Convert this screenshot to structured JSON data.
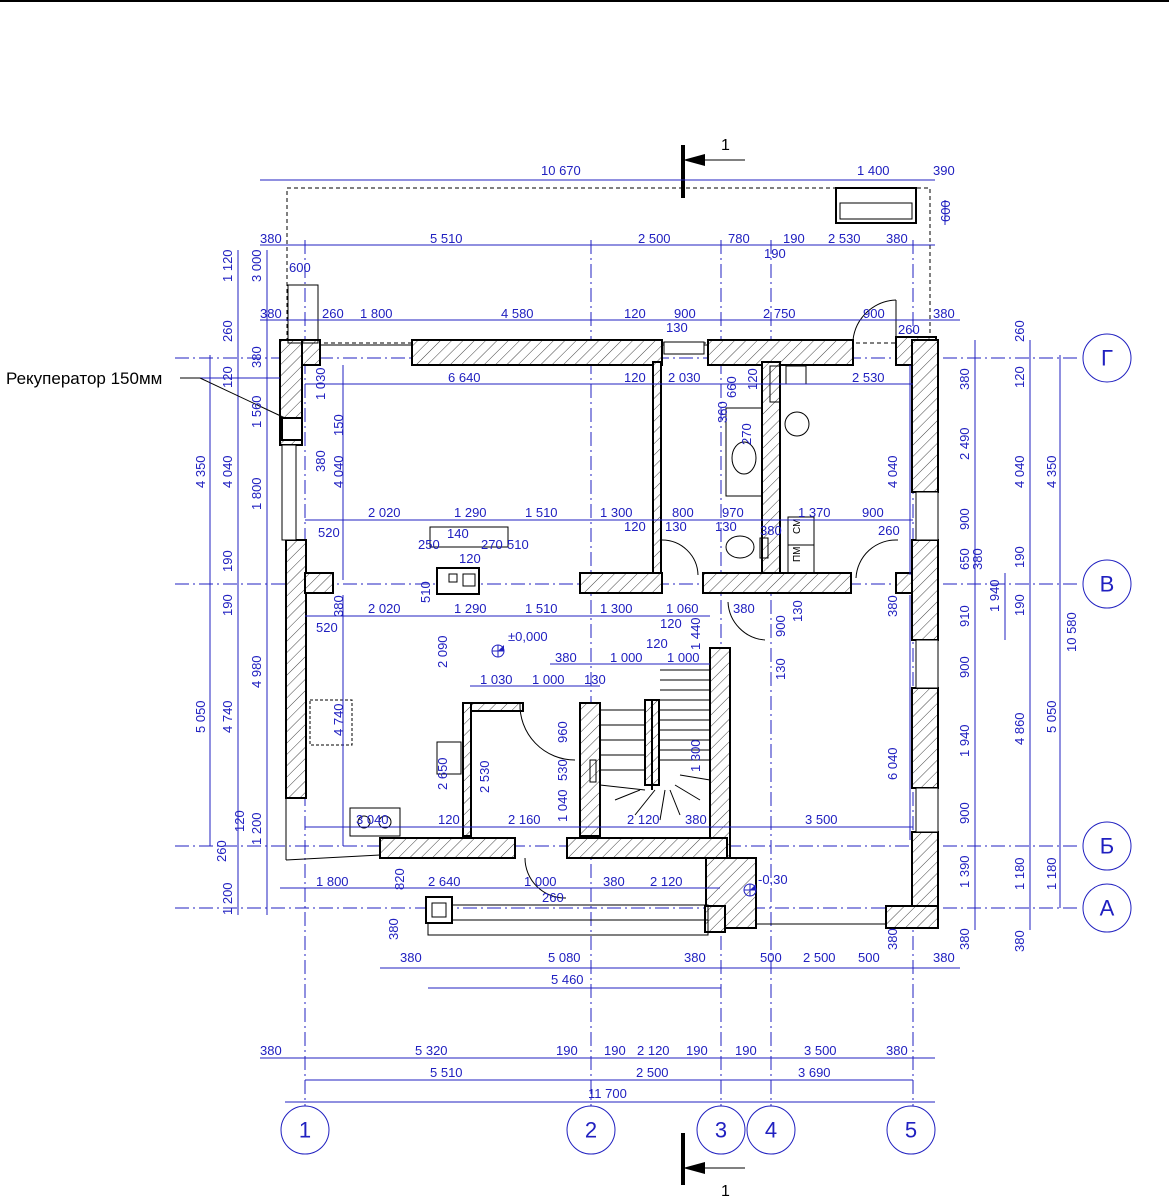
{
  "note": "Рекуператор 150мм",
  "section_label": "1",
  "axes_h": [
    "1",
    "2",
    "3",
    "4",
    "5"
  ],
  "axes_v": [
    "Г",
    "В",
    "Б",
    "А"
  ],
  "levels": {
    "main": "±0,000",
    "porch": "-0,30"
  },
  "room_tags": {
    "a": "СМ",
    "b": "ПМ"
  },
  "dims": {
    "top_total": "10 670",
    "top_1400": "1 400",
    "top_390": "390",
    "top_600v": "600",
    "r2_380a": "380",
    "r2_5510": "5 510",
    "r2_2500": "2 500",
    "r2_780": "780",
    "r2_190a": "190",
    "r2_2530": "2 530",
    "r2_380b": "380",
    "r2_190b": "190",
    "r3_600": "600",
    "r3_380": "380",
    "r3_260a": "260",
    "r3_1800": "1 800",
    "r3_4580": "4 580",
    "r3_120": "120",
    "r3_900a": "900",
    "r3_130": "130",
    "r3_2750": "2 750",
    "r3_900b": "900",
    "r3_260b": "260",
    "r3_380b": "380",
    "r4_6640": "6 640",
    "r4_120": "120",
    "r4_2030": "2 030",
    "r4_2530": "2 530",
    "r5_2020": "2 020",
    "r5_1290": "1 290",
    "r5_1510": "1 510",
    "r5_1300": "1 300",
    "r5_120": "120",
    "r5_800": "800",
    "r5_130a": "130",
    "r5_970": "970",
    "r5_130b": "130",
    "r5_380": "380",
    "r5_1370": "1 370",
    "r5_900": "900",
    "r5_260": "260",
    "r5_520": "520",
    "r5b_140": "140",
    "r5b_250": "250",
    "r5b_120": "120",
    "r5b_270": "270",
    "r5b_510": "510",
    "r6_2020": "2 020",
    "r6_1290": "1 290",
    "r6_1510": "1 510",
    "r6_1300": "1 300",
    "r6_1060": "1 060",
    "r6_120": "120",
    "r6_380": "380",
    "r6_520": "520",
    "r7_380": "380",
    "r7_1000a": "1 000",
    "r7_120": "120",
    "r7_1000b": "1 000",
    "r8_1030": "1 030",
    "r8_1000": "1 000",
    "r8_130": "130",
    "r9_3040": "3 040",
    "r9_120": "120",
    "r9_2160": "2 160",
    "r9_2120": "2 120",
    "r9_380": "380",
    "r9_3500": "3 500",
    "r10_1800": "1 800",
    "r10_2640": "2 640",
    "r10_1000": "1 000",
    "r10_380": "380",
    "r10_2120": "2 120",
    "r10_260": "260",
    "r10_820": "820",
    "r11_380a": "380",
    "r11_5080": "5 080",
    "r11_380b": "380",
    "r11_500a": "500",
    "r11_2500": "2 500",
    "r11_500b": "500",
    "r11_380c": "380",
    "r11_5460": "5 460",
    "b1_380a": "380",
    "b1_5320": "5 320",
    "b1_190a": "190",
    "b1_190b": "190",
    "b1_2120": "2 120",
    "b1_190c": "190",
    "b1_190d": "190",
    "b1_3500": "3 500",
    "b1_380b": "380",
    "b2_5510": "5 510",
    "b2_2500": "2 500",
    "b2_3690": "3 690",
    "b3_11700": "11 700",
    "l_1120": "1 120",
    "l_3000": "3 000",
    "l_260": "260",
    "l_380": "380",
    "l_120": "120",
    "l_4350": "4 350",
    "l_4040": "4 040",
    "l_1560": "1 560",
    "l_1800": "1 800",
    "l_190a": "190",
    "l_190b": "190",
    "l_5050": "5 050",
    "l_4740": "4 740",
    "l_4980": "4 980",
    "l_120b": "120",
    "l_1200": "1 200",
    "l_260b": "260",
    "l_1200b": "1 200",
    "li_1030": "1 030",
    "li_150": "150",
    "li_380": "380",
    "li_4040": "4 040",
    "li_380b": "380",
    "li_4740": "4 740",
    "li_510": "510",
    "li_2090": "2 090",
    "li_2650": "2 650",
    "li_2530": "2 530",
    "li_960": "960",
    "li_530": "530",
    "li_1040": "1 040",
    "li_1300": "1 300",
    "li_1440": "1 440",
    "li_900": "900",
    "li_130a": "130",
    "li_130b": "130",
    "li_660": "660",
    "li_360": "360",
    "li_270": "270",
    "li_120": "120",
    "li_4040b": "4 040",
    "li_380c": "380",
    "li_6040": "6 040",
    "li_380d": "380",
    "li_380e": "380",
    "r_380a": "380",
    "r_2490": "2 490",
    "r_900a": "900",
    "r_650": "650",
    "r_380b": "380",
    "r_910": "910",
    "r_900b": "900",
    "r_1940": "1 940",
    "r_900c": "900",
    "r_1390": "1 390",
    "r_380c": "380",
    "r_1940b": "1 940",
    "rr_260": "260",
    "rr_120": "120",
    "rr_4040": "4 040",
    "rr_190a": "190",
    "rr_190b": "190",
    "rr_4860": "4 860",
    "rr_1180": "1 180",
    "rr_380": "380",
    "rr_4350": "4 350",
    "rr_5050": "5 050",
    "rr_1180b": "1 180",
    "rr_10580": "10 580"
  }
}
